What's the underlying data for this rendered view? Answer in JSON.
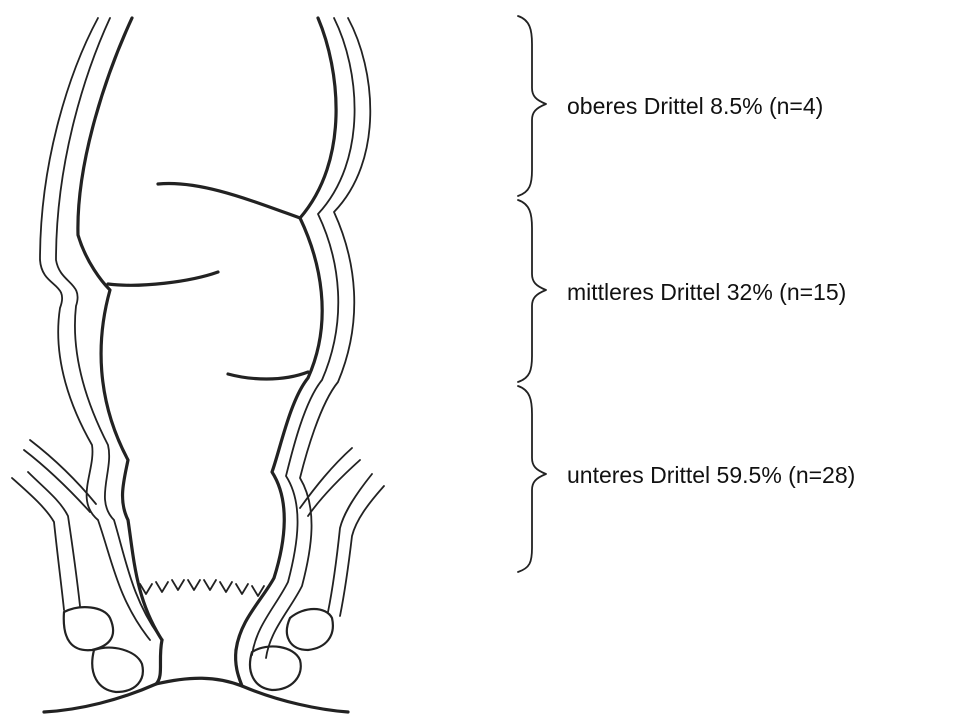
{
  "diagram": {
    "sections": [
      {
        "label": "oberes Drittel 8.5% (n=4)"
      },
      {
        "label": "mittleres Drittel 32% (n=15)"
      },
      {
        "label": "unteres Drittel 59.5% (n=28)"
      }
    ],
    "colors": {
      "line": "#222222",
      "text": "#111111",
      "background": "#ffffff"
    }
  }
}
